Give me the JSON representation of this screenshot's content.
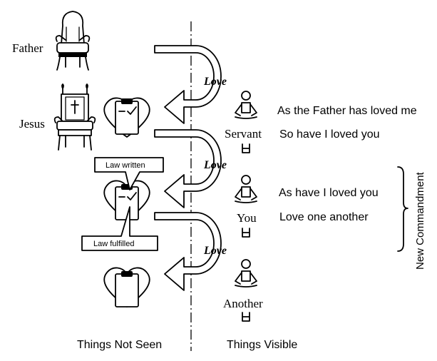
{
  "labels": {
    "father": "Father",
    "jesus": "Jesus",
    "servant": "Servant",
    "you": "You",
    "another": "Another",
    "love_1": "Love",
    "love_2": "Love",
    "love_3": "Love",
    "things_not_seen": "Things Not Seen",
    "things_visible": "Things Visible"
  },
  "phrases": {
    "line_1": "As the Father has loved me",
    "line_2": "So have I loved you",
    "line_3": "As have I loved you",
    "line_4": "Love one another"
  },
  "callouts": {
    "law_written": "Law written",
    "law_fulfilled": "Law fulfilled"
  },
  "brace_label": "New Commandment",
  "icons": [
    "throne-icon",
    "crown-icon",
    "cross-icon",
    "heart-icon",
    "clipboard-icon",
    "checklist-icon",
    "person-meditating-icon",
    "u-turn-arrow-icon"
  ]
}
